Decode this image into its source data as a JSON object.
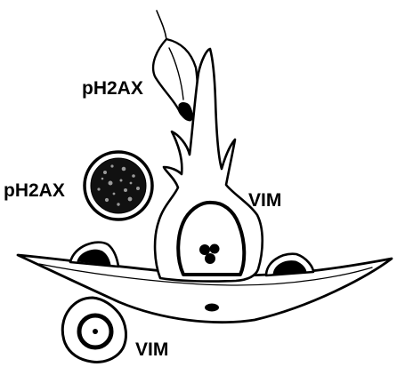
{
  "labels": {
    "ph2ax_top": "pH2AX",
    "ph2ax_left": "pH2AX",
    "vim_right": "VIM",
    "vim_bottom": "VIM"
  },
  "colors": {
    "ink": "#000000",
    "background": "#ffffff",
    "granule": "#9a9a9a"
  }
}
